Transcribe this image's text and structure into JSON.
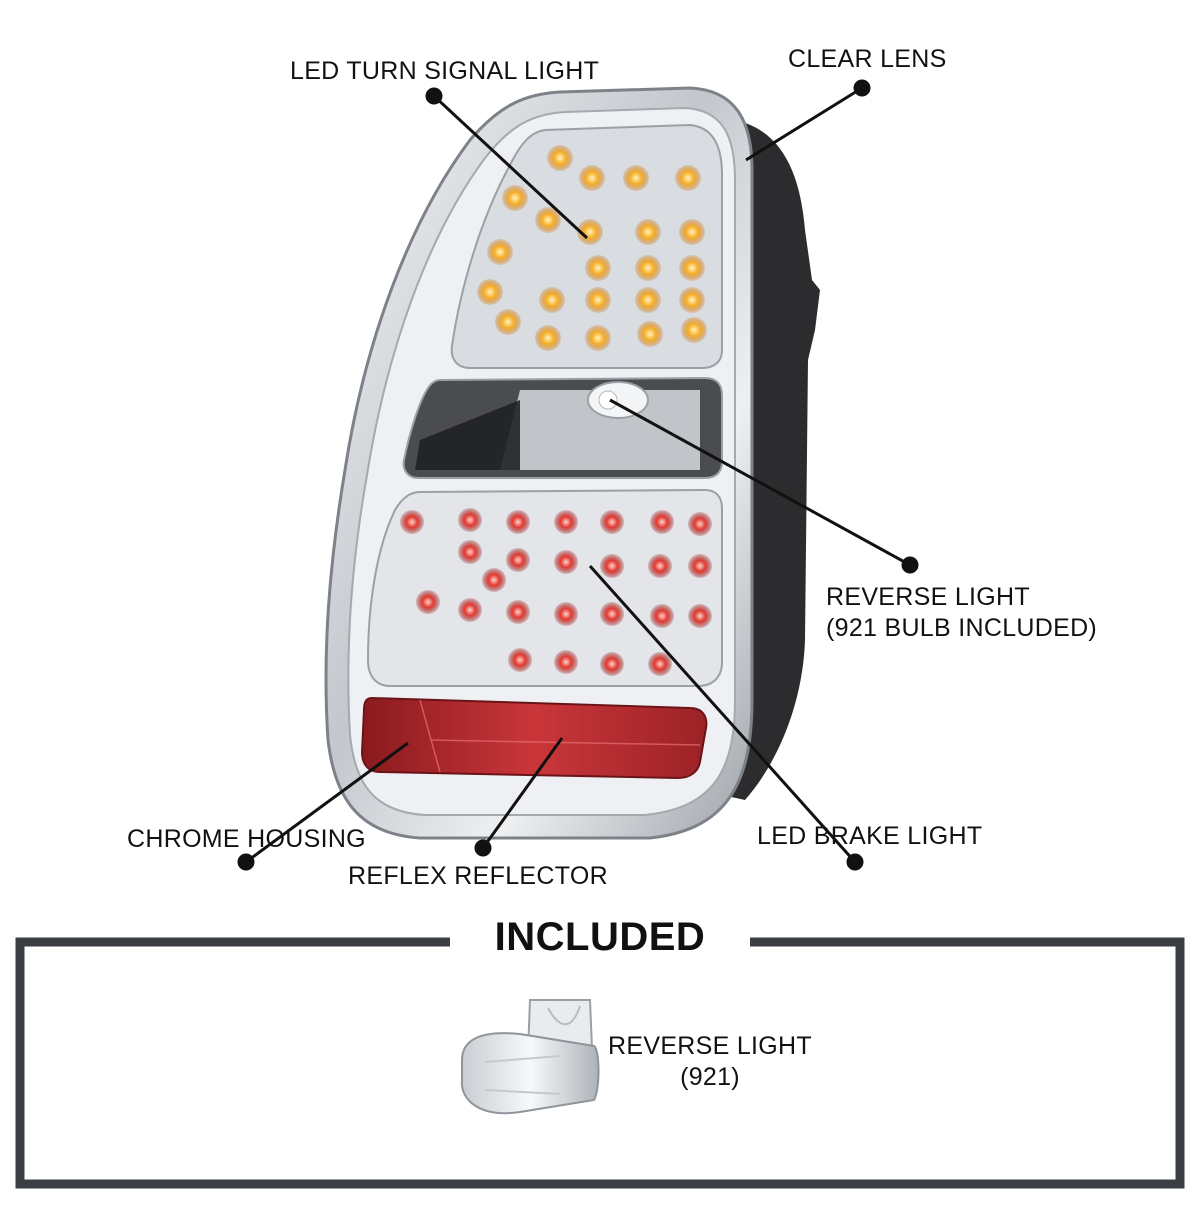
{
  "callouts": {
    "turn_signal": "LED TURN SIGNAL LIGHT",
    "clear_lens": "CLEAR LENS",
    "reverse_light_line1": "REVERSE LIGHT",
    "reverse_light_line2": "(921 BULB INCLUDED)",
    "chrome_housing": "CHROME HOUSING",
    "brake_light": "LED BRAKE LIGHT",
    "reflex_reflector": "REFLEX REFLECTOR"
  },
  "included": {
    "title": "INCLUDED",
    "item_line1": "REVERSE LIGHT",
    "item_line2": "(921)"
  },
  "colors": {
    "amber_led": "#f5a21a",
    "red_led": "#e0322e",
    "reflector_red": "#b5262a",
    "frame": "#3a3d42",
    "chrome": "#c9ccd1"
  }
}
